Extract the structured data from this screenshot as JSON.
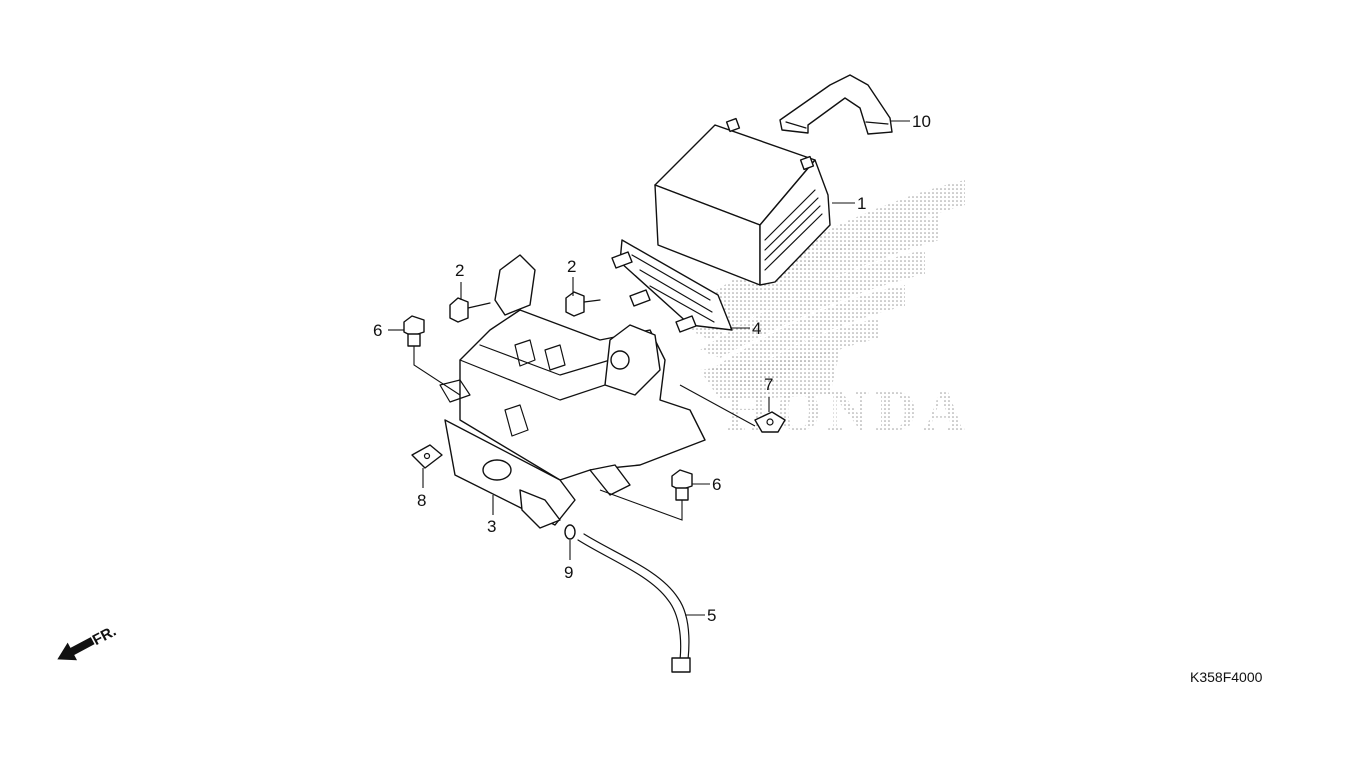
{
  "diagram": {
    "watermark_text": "HONDA",
    "drawing_code": "K358F4000",
    "direction_label": "FR.",
    "callouts": [
      {
        "id": "c1",
        "label": "1"
      },
      {
        "id": "c2a",
        "label": "2"
      },
      {
        "id": "c2b",
        "label": "2"
      },
      {
        "id": "c3",
        "label": "3"
      },
      {
        "id": "c4",
        "label": "4"
      },
      {
        "id": "c5",
        "label": "5"
      },
      {
        "id": "c6a",
        "label": "6"
      },
      {
        "id": "c6b",
        "label": "6"
      },
      {
        "id": "c7",
        "label": "7"
      },
      {
        "id": "c8",
        "label": "8"
      },
      {
        "id": "c9",
        "label": "9"
      },
      {
        "id": "c10",
        "label": "10"
      }
    ]
  },
  "colors": {
    "line": "#111111",
    "watermark": "#bdbdbd",
    "background": "#ffffff"
  }
}
